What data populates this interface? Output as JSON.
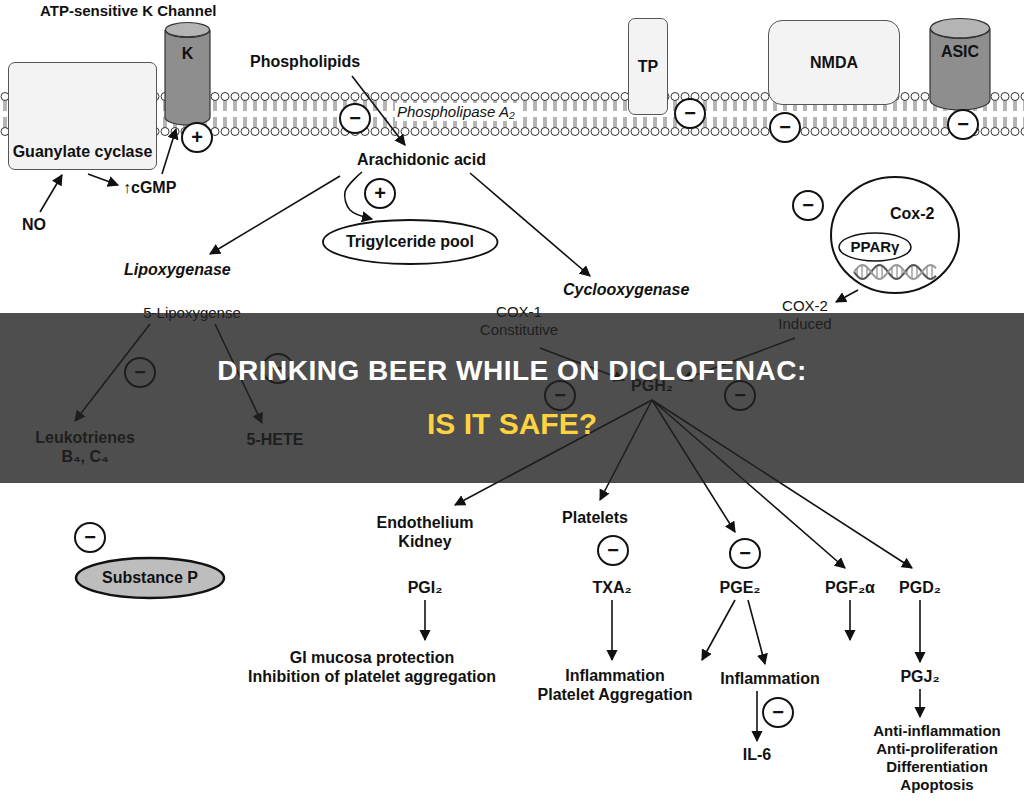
{
  "diagram": {
    "nodes": [
      {
        "text": [
          "Guanylate cyclase"
        ]
      },
      {
        "text": [
          "K"
        ]
      },
      {
        "text": [
          "+"
        ]
      },
      {
        "text": [
          "−"
        ]
      },
      {
        "text": [
          "TP"
        ]
      },
      {
        "text": [
          "−"
        ]
      },
      {
        "text": [
          "NMDA"
        ]
      },
      {
        "text": [
          "−"
        ]
      },
      {
        "text": [
          "ASIC"
        ]
      },
      {
        "text": [
          "−"
        ]
      },
      {
        "text": [
          "+"
        ]
      },
      {
        "text": [
          "Trigylceride pool"
        ]
      },
      {
        "text": [
          "−"
        ]
      },
      {
        "text": [
          "Cox-2"
        ]
      },
      {
        "text": [
          "PPARγ"
        ],
        "in": 13
      },
      {
        "text": [
          "−"
        ]
      },
      {
        "text": [
          "−"
        ]
      },
      {
        "text": [
          "−"
        ]
      },
      {
        "text": [
          "−"
        ]
      },
      {
        "text": [
          "−"
        ]
      },
      {
        "text": [
          "Substance P"
        ]
      },
      {
        "text": [
          "−"
        ]
      },
      {
        "text": [
          "−"
        ]
      },
      {
        "text": [
          "−"
        ]
      },
      {
        "text": [
          "DRINKING BEER WHILE ON DICLOFENAC:",
          "IS IT SAFE?"
        ]
      }
    ],
    "labels": [
      "ATP-sensitive K Channel",
      "Phospholipids",
      "Phospholipase A₂",
      "NO",
      "↑cGMP",
      "Arachidonic acid",
      "Lipoxygenase",
      "Cyclooxygenase",
      "COX-2 Induced",
      "5-Lipoxygense",
      "COX-1 Constitutive",
      "Leukotrienes B₄, C₄",
      "5-HETE",
      "PGH₂",
      "Endothelium Kidney",
      "PGI₂",
      "GI mucosa protection Inhibition of platelet aggregation",
      "Platelets",
      "TXA₂",
      "Inflammation Platelet Aggregation",
      "PGE₂",
      "PGF₂α",
      "PGD₂",
      "Inflammation",
      "PGJ₂",
      "IL-6",
      "Anti-inflammation Anti-proliferation Differentiation Apoptosis"
    ]
  }
}
